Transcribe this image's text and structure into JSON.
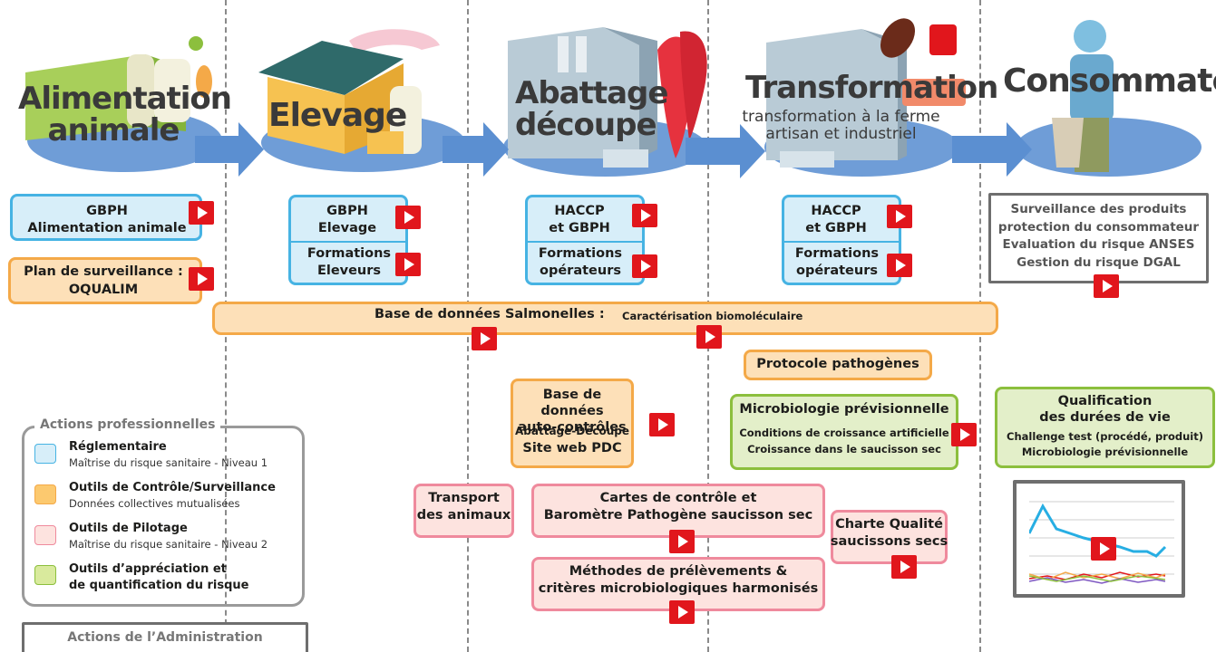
{
  "stages": {
    "alimentation": "Alimentation\nanimale",
    "elevage": "Elevage",
    "abattage": "Abattage\ndécoupe",
    "transformation": "Transformation",
    "transformation_sub": "transformation à la ferme\nartisan et industriel",
    "consommateur": "Consommateur"
  },
  "boxes": {
    "gbph_alim": "GBPH\nAlimentation animale",
    "plan_surveillance": "Plan de surveillance :\nOQUALIM",
    "gbph_elevage": "GBPH\nElevage",
    "formations_eleveurs": "Formations\nEleveurs",
    "haccp_abattage": "HACCP\net GBPH",
    "formations_operateurs_abattage": "Formations\nopérateurs",
    "haccp_transfo": "HACCP\net GBPH",
    "formations_operateurs_transfo": "Formations\nopérateurs",
    "surveillance": "Surveillance des produits\nprotection du consommateur\nEvaluation du risque ANSES\nGestion du risque DGAL",
    "salmonelles_label": "Base de données Salmonelles :",
    "salmonelles_sub": "Caractérisation biomoléculaire",
    "protocole": "Protocole pathogènes",
    "autocontroles_title": "Base de données\nauto-contrôles",
    "autocontroles_sub": "Abattage-Découpe",
    "autocontroles_site": "Site web PDC",
    "micro_title": "Microbiologie prévisionnelle",
    "micro_sub": "Conditions de croissance artificielle\nCroissance dans le saucisson sec",
    "qualif_title": "Qualification\ndes durées de vie",
    "qualif_sub": "Challenge test (procédé, produit)\nMicrobiologie prévisionnelle",
    "transport": "Transport\ndes animaux",
    "cartes": "Cartes de contrôle et\nBaromètre Pathogène saucisson sec",
    "charte": "Charte Qualité\nsaucissons secs",
    "methodes": "Méthodes de prélèvements &\ncritères microbiologiques harmonisés"
  },
  "legend": {
    "title": "Actions professionnelles",
    "items": [
      {
        "title": "Réglementaire",
        "desc": "Maîtrise du risque sanitaire - Niveau 1",
        "color": "#d7eef9",
        "border": "#46b3e3"
      },
      {
        "title": "Outils de Contrôle/Surveillance",
        "desc": "Données collectives mutualisées",
        "color": "#fcc96f",
        "border": "#f4a948"
      },
      {
        "title": "Outils de Pilotage",
        "desc": "Maîtrise du risque sanitaire - Niveau 2",
        "color": "#fde3df",
        "border": "#ef8a9d"
      },
      {
        "title": "Outils d’appréciation et\nde quantification du risque",
        "desc": "",
        "color": "#d9ea9d",
        "border": "#8cbf3d"
      }
    ]
  },
  "admin": {
    "title": "Actions de l’Administration"
  },
  "colors": {
    "blue": "#46b3e3",
    "orange": "#f4a948",
    "pink": "#ef8a9d",
    "green": "#8cbf3d",
    "red": "#e1161c",
    "arrow": "#5b8fd1"
  }
}
